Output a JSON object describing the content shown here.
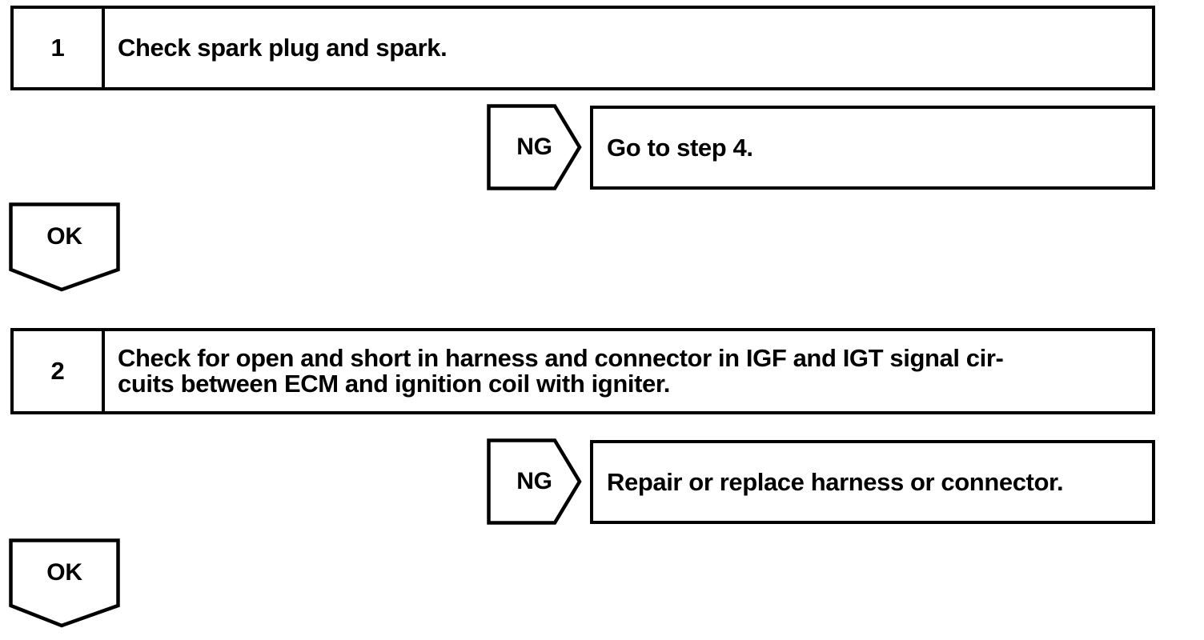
{
  "page": {
    "background_color": "#ffffff",
    "ink_color": "#000000"
  },
  "diagram": {
    "type": "troubleshooting-flowchart",
    "steps": [
      {
        "number": "1",
        "lines": [
          "Check spark plug and spark."
        ]
      },
      {
        "number": "2",
        "lines": [
          "Check for open and short in harness and connector in IGF and IGT signal cir-",
          "cuits between ECM and ignition coil with igniter."
        ]
      }
    ],
    "branches": [
      {
        "label": "NG",
        "result": "Go to step 4."
      },
      {
        "label": "NG",
        "result": "Repair or replace harness or connector."
      }
    ],
    "connectors": [
      {
        "label": "OK"
      },
      {
        "label": "OK"
      }
    ]
  }
}
